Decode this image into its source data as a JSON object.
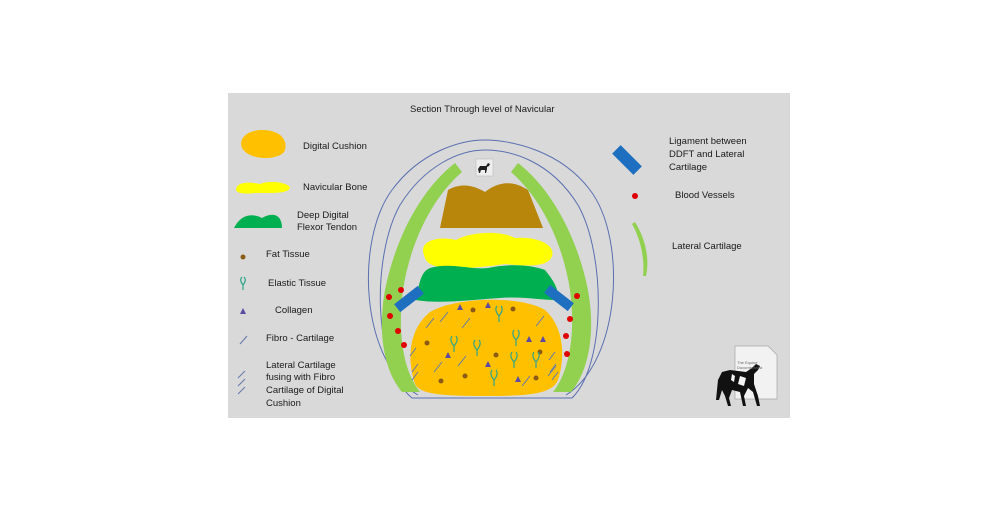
{
  "title": "Section Through level of Navicular",
  "legend_left": [
    {
      "icon": "digital-cushion-swatch",
      "color": "#ffc000",
      "label": "Digital Cushion"
    },
    {
      "icon": "navicular-bone-swatch",
      "color": "#ffff00",
      "label": "Navicular Bone"
    },
    {
      "icon": "ddft-swatch",
      "color": "#00b050",
      "label_lines": [
        "Deep Digital",
        "Flexor Tendon"
      ]
    },
    {
      "icon": "fat-tissue-dot",
      "color": "#8b5a14",
      "label": "Fat Tissue"
    },
    {
      "icon": "elastic-tissue-glyph",
      "color": "#2fa58a",
      "label": "Elastic Tissue"
    },
    {
      "icon": "collagen-triangle",
      "color": "#5b4aa0",
      "label": "Collagen"
    },
    {
      "icon": "fibro-cartilage-line",
      "color": "#6677aa",
      "label": "Fibro - Cartilage"
    },
    {
      "icon": "fusing-lines",
      "color": "#6677aa",
      "label_lines": [
        "Lateral Cartilage",
        "fusing with Fibro",
        "Cartilage of  Digital",
        "Cushion"
      ]
    }
  ],
  "legend_right": [
    {
      "icon": "ligament-swatch",
      "color": "#1f6fc0",
      "label_lines": [
        "Ligament between",
        "DDFT and Lateral",
        "Cartilage"
      ]
    },
    {
      "icon": "blood-vessel-dot",
      "color": "#e00000",
      "label": "Blood Vessels"
    },
    {
      "icon": "lateral-cartilage-swatch",
      "color": "#92d050",
      "label": "Lateral Cartilage"
    }
  ],
  "watermark": {
    "line1": "The Equine",
    "line2": "Documentalist"
  },
  "colors": {
    "panel": "#d9d9d9",
    "hoof_outline": "#5a6fb0",
    "lateral_cartilage": "#92d050",
    "navicular": "#ffff00",
    "cushion": "#ffc000",
    "ddft": "#00b050",
    "coffin_bone": "#b8860b",
    "ligament": "#1f6fc0",
    "vessel": "#e00000"
  }
}
